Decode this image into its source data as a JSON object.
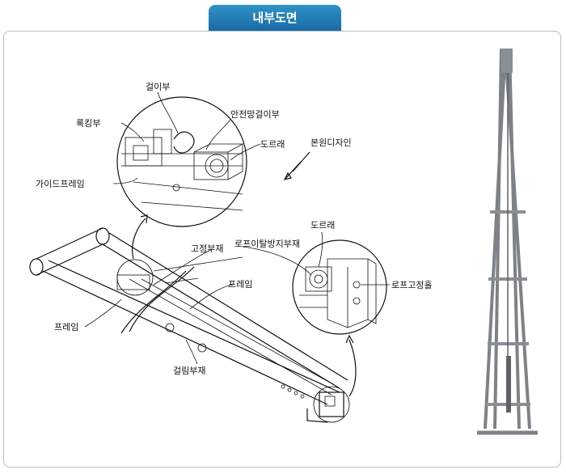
{
  "header": {
    "title": "내부도면"
  },
  "labels": {
    "hook_part": "걸이부",
    "tongs_part": "록킹부",
    "safety_hook": "안전망걸이부",
    "pulley_top": "도르래",
    "guide_frame": "가이드프레임",
    "design_ref": "본원디자인",
    "fixing_member": "고정부재",
    "frame_right": "프레임",
    "frame_left": "프레임",
    "pulley_right": "도르래",
    "rope_guard": "로프이탈방지부재",
    "rope_hole": "로프고정홀",
    "latch_member": "걸림부재"
  },
  "colors": {
    "tab": "#1f78b4",
    "border": "#b8bcc2",
    "photo_frame": "#8a8f96"
  }
}
